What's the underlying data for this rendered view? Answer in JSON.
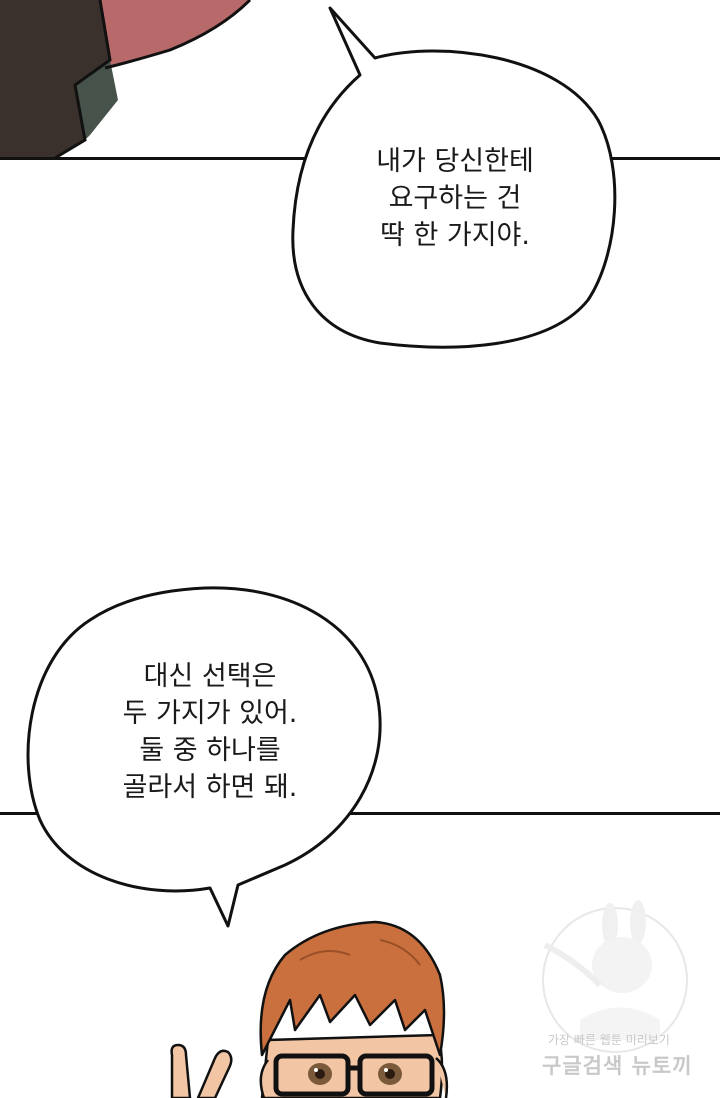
{
  "bubble_top": {
    "lines": [
      "내가 당신한테",
      "요구하는 건",
      "딱 한 가지야."
    ]
  },
  "bubble_bottom": {
    "lines": [
      "대신 선택은",
      "두 가지가 있어.",
      "둘 중 하나를",
      "골라서 하면 돼."
    ]
  },
  "watermark": {
    "line1": "가장 빠른 웹툰 미리보기",
    "line2": "구글검색 뉴토끼"
  },
  "colors": {
    "panel_border": "#111111",
    "hair": "#c9703e",
    "skin": "#f2c6a4",
    "sleeve_dark": "#3a302c",
    "sleeve_green": "#46524a",
    "sleeve_red": "#b86a6a"
  }
}
